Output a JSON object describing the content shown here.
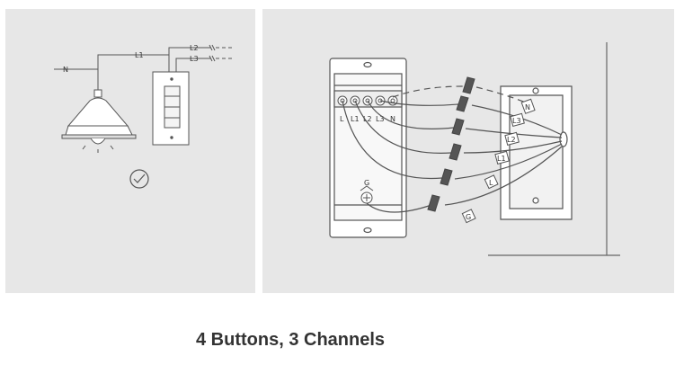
{
  "left_diagram": {
    "wire_labels": {
      "neutral": "N",
      "line1": "L1",
      "line2": "L2",
      "line3": "L3"
    }
  },
  "right_diagram": {
    "terminal_labels": [
      "L",
      "L1",
      "L2",
      "L3",
      "N"
    ],
    "ground_label": "G",
    "wire_tags": [
      "N",
      "L3",
      "L2",
      "L1",
      "L",
      "G"
    ]
  },
  "caption": "4 Buttons, 3 Channels",
  "colors": {
    "panel": "#e7e7e7",
    "line": "#555555",
    "caption": "#333333"
  }
}
